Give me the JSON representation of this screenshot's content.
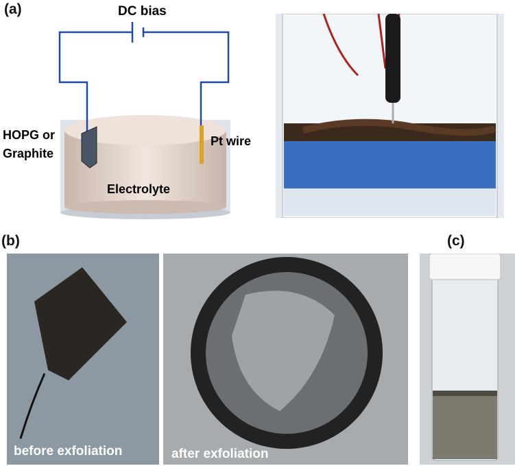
{
  "panels": {
    "a": "(a)",
    "b": "(b)",
    "c": "(c)"
  },
  "diagram": {
    "dc_bias": "DC bias",
    "electrode_left_line1": "HOPG or",
    "electrode_left_line2": "Graphite",
    "electrode_right": "Pt wire",
    "electrolyte": "Electrolyte"
  },
  "photos": {
    "before_caption": "before exfoliation",
    "after_caption": "after exfoliation"
  },
  "colors": {
    "wire": "#1f4aa8",
    "pt_wire": "#e0a020",
    "electrolyte": "#d9c9c0",
    "beaker_liquid": "#3a6fc0"
  }
}
